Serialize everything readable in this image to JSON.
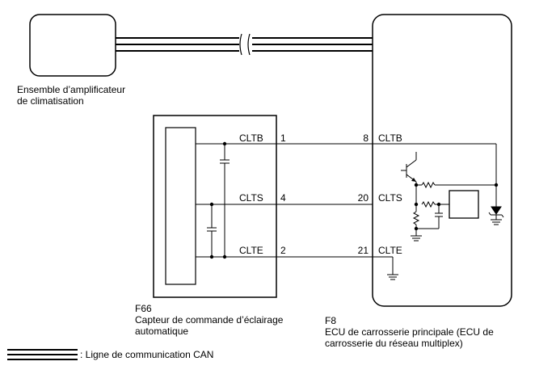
{
  "components": {
    "ac_amplifier": {
      "name_line1": "Ensemble d’amplificateur",
      "name_line2": "de climatisation"
    },
    "light_sensor": {
      "code": "F66",
      "name_line1": "Capteur de commande d’éclairage",
      "name_line2": "automatique"
    },
    "body_ecu": {
      "code": "F8",
      "name_line1": "ECU de carrosserie principale (ECU de",
      "name_line2": "carrosserie du réseau multiplex)"
    }
  },
  "connections": [
    {
      "signal_left": "CLTB",
      "pin_left": "1",
      "pin_right": "8",
      "signal_right": "CLTB"
    },
    {
      "signal_left": "CLTS",
      "pin_left": "4",
      "pin_right": "20",
      "signal_right": "CLTS"
    },
    {
      "signal_left": "CLTE",
      "pin_left": "2",
      "pin_right": "21",
      "signal_right": "CLTE"
    }
  ],
  "legend": {
    "can_line_label": ": Ligne de communication CAN"
  }
}
